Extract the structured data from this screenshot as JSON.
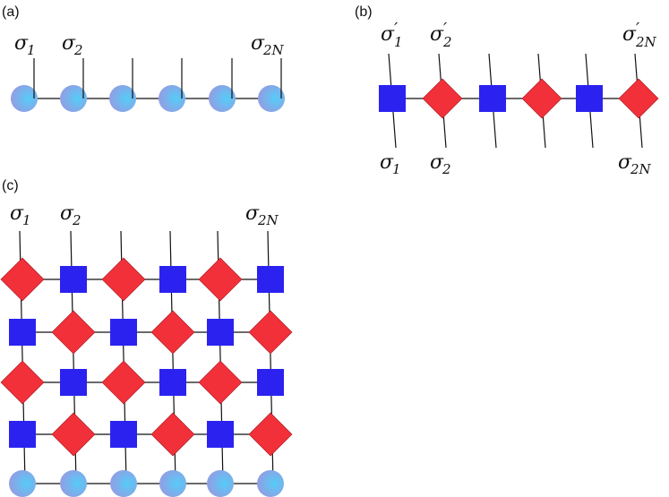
{
  "panels": [
    {
      "label": "(a)"
    },
    {
      "label": "(b)"
    },
    {
      "label": "(c)"
    }
  ],
  "symbols": {
    "sigma": "σ",
    "prime": "′",
    "sub_1": "1",
    "sub_2": "2",
    "sub_2N": "2N"
  },
  "colors": {
    "square": "#2b22f0",
    "diamond": "#f2303a",
    "circle_inner": "#5fc3f7",
    "circle_outer": "#8fa6e6"
  }
}
